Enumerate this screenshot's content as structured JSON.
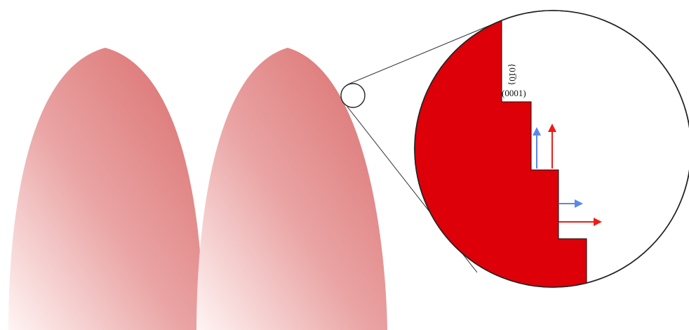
{
  "labels": {
    "top_facet": "(0001)",
    "side_facet": "{01̅0}"
  },
  "colors": {
    "crystal_fill": "#dd0008",
    "nanostructure_top": "#d96a6a",
    "nanostructure_bottom": "#fff4f4",
    "arrow_blue": "#5b86ee",
    "arrow_red": "#ee1c16",
    "outline": "#222222"
  },
  "elements": {
    "nanostructure_left": "left-nanostructure",
    "nanostructure_right": "right-nanostructure",
    "zoom_source": "zoom-source-circle",
    "zoom_view": "magnified-circle",
    "step_profile": "stepped-crystal-profile"
  }
}
